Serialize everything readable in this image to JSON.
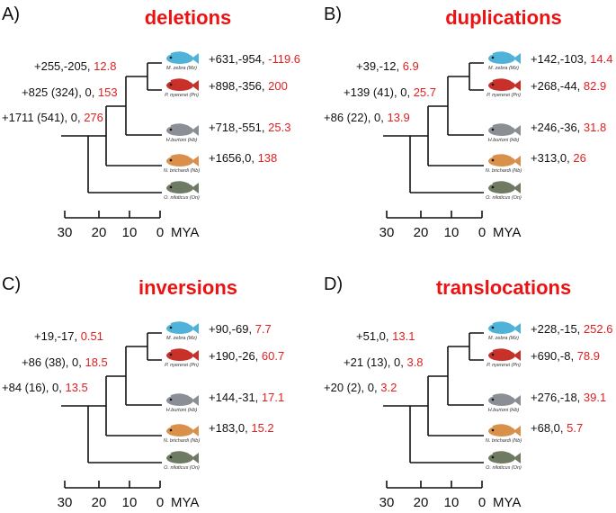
{
  "colors": {
    "title": "#ee1111",
    "gain_loss": "#111111",
    "ratio": "#e02020"
  },
  "species": [
    {
      "label": "M. zebra (Mz)",
      "icon": "fish-mzebra-icon",
      "color": "#4fb3d9"
    },
    {
      "label": "P. nyererei (Pn)",
      "icon": "fish-pnyererei-icon",
      "color": "#c7312a"
    },
    {
      "label": "H.burtoni (Hb)",
      "icon": "fish-hburtoni-icon",
      "color": "#8a8f96"
    },
    {
      "label": "N. brichardi (Nb)",
      "icon": "fish-nbrichardi-icon",
      "color": "#d9904a"
    },
    {
      "label": "O. niloticus (On)",
      "icon": "fish-oniloticus-icon",
      "color": "#6f7a62"
    }
  ],
  "axis": {
    "ticks": [
      "30",
      "20",
      "10",
      "0"
    ],
    "unit": "MYA"
  },
  "panels": [
    {
      "letter": "A)",
      "title": "deletions",
      "labels": {
        "mz": {
          "black": "+631,-954, ",
          "red": "-119.6"
        },
        "pn": {
          "black": "+898,-356, ",
          "red": "200"
        },
        "hb": {
          "black": "+718,-551, ",
          "red": "25.3"
        },
        "nb": {
          "black": "+1656,0, ",
          "red": "138"
        },
        "anc_mzpn": {
          "black": "+255,-205, ",
          "red": "12.8"
        },
        "anc_hb": {
          "black": "+825 (324), 0, ",
          "red": "153"
        },
        "anc_nb": {
          "black": "+1711 (541), 0, ",
          "red": "276"
        }
      }
    },
    {
      "letter": "B)",
      "title": "duplications",
      "labels": {
        "mz": {
          "black": "+142,-103, ",
          "red": "14.4"
        },
        "pn": {
          "black": "+268,-44, ",
          "red": "82.9"
        },
        "hb": {
          "black": "+246,-36, ",
          "red": "31.8"
        },
        "nb": {
          "black": "+313,0, ",
          "red": "26"
        },
        "anc_mzpn": {
          "black": "+39,-12, ",
          "red": "6.9"
        },
        "anc_hb": {
          "black": "+139 (41), 0, ",
          "red": "25.7"
        },
        "anc_nb": {
          "black": "+86 (22), 0, ",
          "red": "13.9"
        }
      }
    },
    {
      "letter": "C)",
      "title": "inversions",
      "labels": {
        "mz": {
          "black": "+90,-69, ",
          "red": "7.7"
        },
        "pn": {
          "black": "+190,-26, ",
          "red": "60.7"
        },
        "hb": {
          "black": "+144,-31, ",
          "red": "17.1"
        },
        "nb": {
          "black": "+183,0, ",
          "red": "15.2"
        },
        "anc_mzpn": {
          "black": "+19,-17, ",
          "red": "0.51"
        },
        "anc_hb": {
          "black": "+86 (38), 0, ",
          "red": "18.5"
        },
        "anc_nb": {
          "black": "+84 (16), 0, ",
          "red": "13.5"
        }
      }
    },
    {
      "letter": "D)",
      "title": "translocations",
      "labels": {
        "mz": {
          "black": "+228,-15, ",
          "red": "252.6"
        },
        "pn": {
          "black": "+690,-8, ",
          "red": "78.9"
        },
        "hb": {
          "black": "+276,-18, ",
          "red": "39.1"
        },
        "nb": {
          "black": "+68,0, ",
          "red": "5.7"
        },
        "anc_mzpn": {
          "black": "+51,0, ",
          "red": "13.1"
        },
        "anc_hb": {
          "black": "+21 (13), 0, ",
          "red": "3.8"
        },
        "anc_nb": {
          "black": "+20 (2), 0, ",
          "red": "3.2"
        }
      }
    }
  ]
}
